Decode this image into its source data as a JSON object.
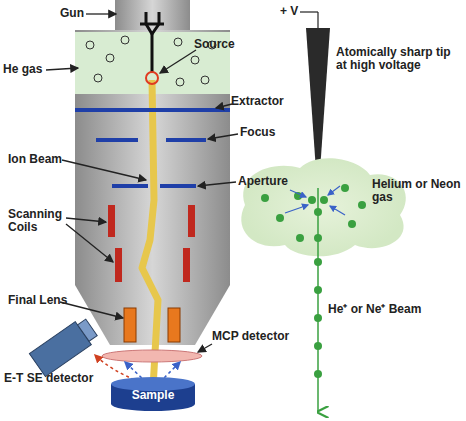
{
  "diagram": {
    "nodes": [
      {
        "text": [
          "Sample"
        ]
      }
    ],
    "edges": [],
    "labels": [
      "Gun",
      "He gas",
      "Source",
      "Extractor",
      "Focus",
      "Ion Beam",
      "Aperture",
      "Scanning Coils",
      "Final Lens",
      "E-T SE detector",
      "MCP detector",
      "+ V",
      "Atomically sharp tip at high voltage",
      "Helium or Neon gas",
      "He⁺ or Ne⁺ Beam"
    ]
  }
}
